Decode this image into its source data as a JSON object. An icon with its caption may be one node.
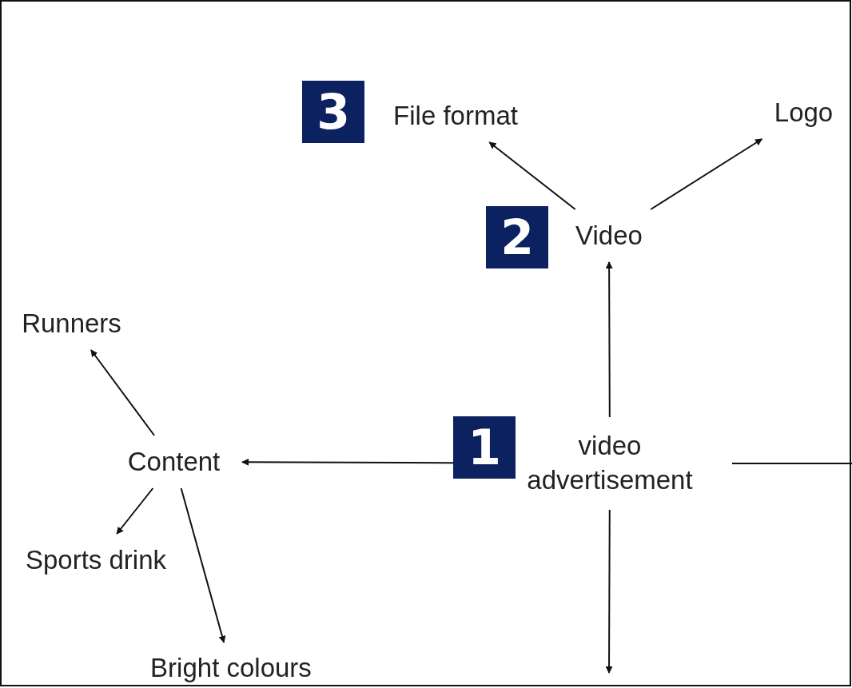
{
  "diagram": {
    "nodes": [
      {
        "text": [
          "File format"
        ]
      },
      {
        "text": [
          "Logo"
        ]
      },
      {
        "text": [
          "Video"
        ]
      },
      {
        "text": [
          "Runners"
        ]
      },
      {
        "text": [
          "Content"
        ]
      },
      {
        "text": [
          "video advertisement"
        ]
      },
      {
        "text": [
          "Sports drink"
        ]
      },
      {
        "text": [
          "Bright colours"
        ]
      }
    ],
    "edges": [
      {
        "from": 2,
        "to": 0,
        "arrow": "to"
      },
      {
        "from": 2,
        "to": 1,
        "arrow": "to"
      },
      {
        "from": 5,
        "to": 2,
        "arrow": "to"
      },
      {
        "from": 5,
        "to": 4,
        "arrow": "to"
      },
      {
        "from": 4,
        "to": 3,
        "arrow": "to"
      },
      {
        "from": 4,
        "to": 6,
        "arrow": "to"
      },
      {
        "from": 4,
        "to": 7,
        "arrow": "to"
      },
      {
        "from": 5,
        "to": null,
        "arrow": "none"
      },
      {
        "from": 5,
        "to": null,
        "arrow": "to"
      }
    ],
    "labels": [
      "3",
      "2",
      "1"
    ]
  }
}
